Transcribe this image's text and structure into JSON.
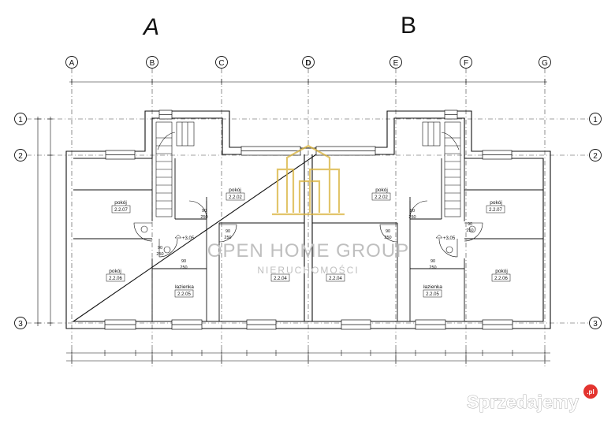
{
  "sections": [
    "A",
    "B"
  ],
  "axes": {
    "vertical": [
      "A",
      "B",
      "C",
      "D",
      "E",
      "F",
      "G"
    ],
    "horizontal": [
      "1",
      "2",
      "3"
    ]
  },
  "rooms": [
    {
      "name": "pokój",
      "number": "2.2.07"
    },
    {
      "name": "pokój",
      "number": "2.2.02"
    },
    {
      "name": "pokój",
      "number": "2.2.06"
    },
    {
      "name": "łazienka",
      "number": "2.2.05"
    },
    {
      "name": "",
      "number": "2.2.04"
    },
    {
      "name": "",
      "number": "2.2.04"
    },
    {
      "name": "łazienka",
      "number": "2.2.05"
    },
    {
      "name": "pokój",
      "number": "2.2.06"
    },
    {
      "name": "pokój",
      "number": "2.2.02"
    },
    {
      "name": "pokój",
      "number": "2.2.07"
    }
  ],
  "door_labels": [
    "90",
    "250",
    "90",
    "250",
    "90",
    "250",
    "90",
    "250",
    "90",
    "250",
    "90",
    "250",
    "90",
    "250",
    "90",
    "250"
  ],
  "levels": [
    "+3,05",
    "+3,05"
  ],
  "watermark": {
    "company": "OPEN HOME GROUP",
    "tagline": "NIERUCHOMOŚCI"
  },
  "brand": {
    "name": "Sprzedajemy",
    "suffix": ".pl",
    "accent": "#e3342f"
  },
  "colors": {
    "line": "#111111",
    "wall_fill": "#ffffff",
    "watermark_gold": "#d9b23a"
  }
}
